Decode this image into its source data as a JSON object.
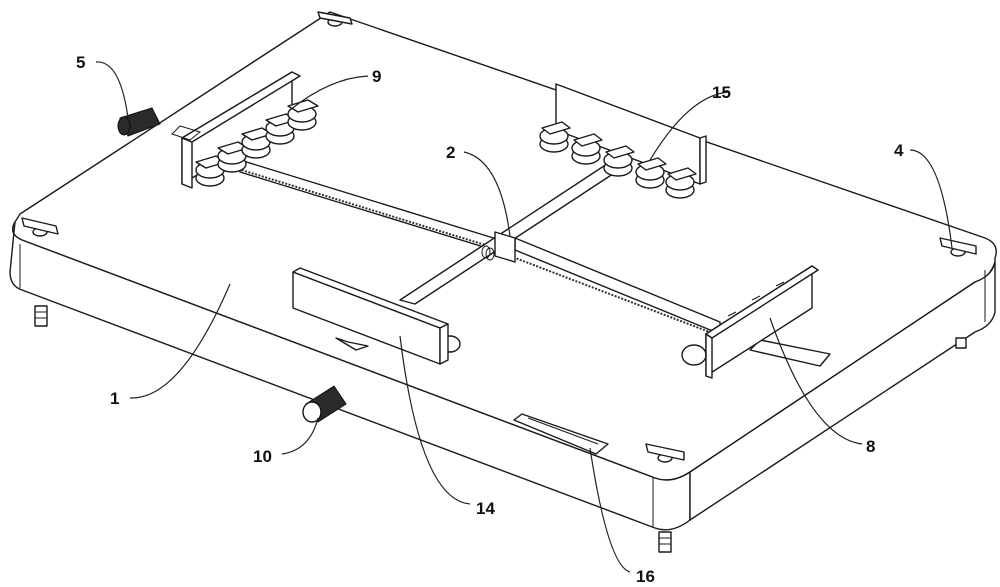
{
  "figure": {
    "type": "isometric patent drawing",
    "line_color": "#1a1a1a",
    "background": "#ffffff"
  },
  "labels": [
    {
      "id": "1",
      "text": "1",
      "part": "base-plate"
    },
    {
      "id": "2",
      "text": "2",
      "part": "center-screw-block"
    },
    {
      "id": "4",
      "text": "4",
      "part": "corner-clamp"
    },
    {
      "id": "5",
      "text": "5",
      "part": "rear-knob"
    },
    {
      "id": "8",
      "text": "8",
      "part": "right-clamp-plate"
    },
    {
      "id": "9",
      "text": "9",
      "part": "left-roller-group"
    },
    {
      "id": "10",
      "text": "10",
      "part": "front-knob"
    },
    {
      "id": "14",
      "text": "14",
      "part": "front-clamp-plate"
    },
    {
      "id": "15",
      "text": "15",
      "part": "right-roller-group"
    },
    {
      "id": "16",
      "text": "16",
      "part": "slot-plate"
    }
  ]
}
